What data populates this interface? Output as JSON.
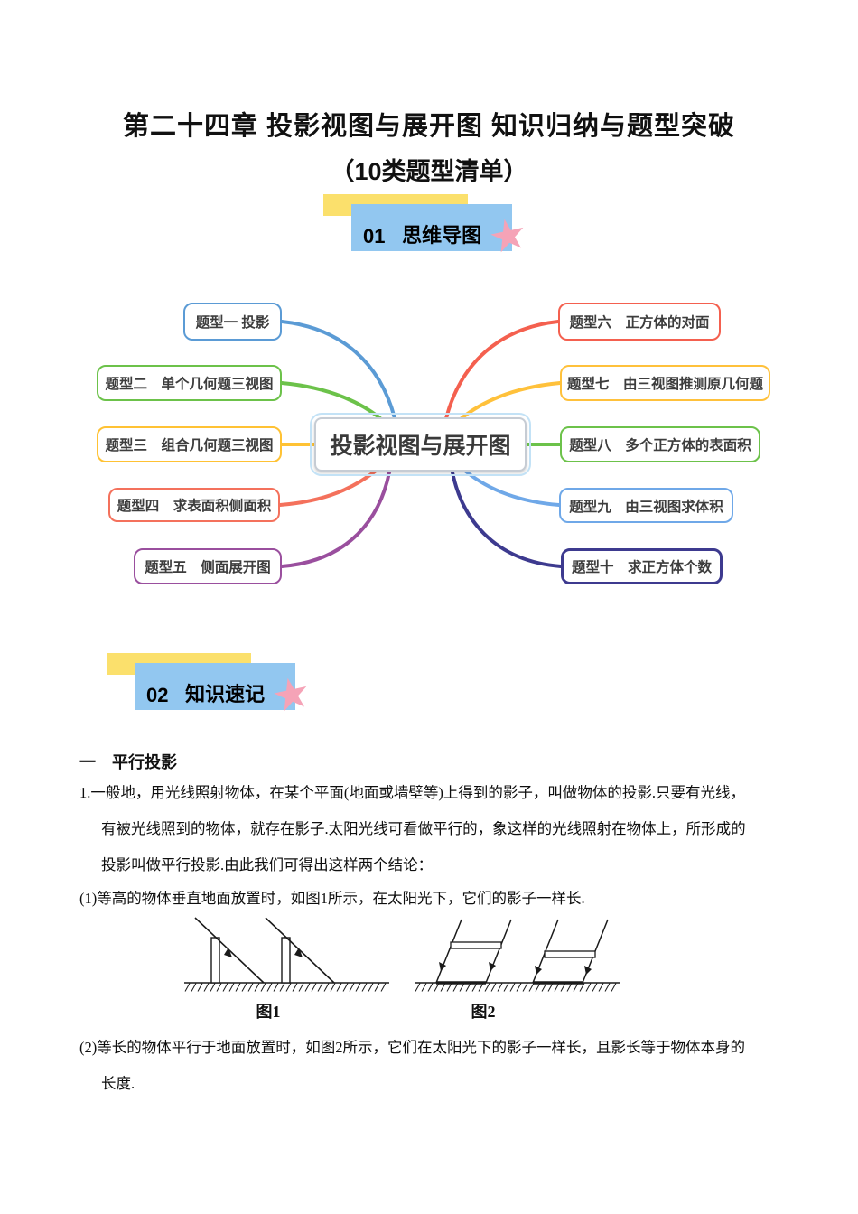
{
  "doc": {
    "title_line1": "第二十四章 投影视图与展开图 知识归纳与题型突破",
    "title_line2": "（10类题型清单）"
  },
  "sections": {
    "s1": {
      "number": "01",
      "label": "思维导图"
    },
    "s2": {
      "number": "02",
      "label": "知识速记"
    }
  },
  "colors": {
    "header_yellow": "#FBE06C",
    "header_blue": "#92C7F0",
    "star_pink": "#F5A3B7"
  },
  "mindmap": {
    "center_label": "投影视图与展开图",
    "left_nodes": [
      {
        "label": "题型一 投影",
        "color": "#5B9BD5"
      },
      {
        "label": "题型二　单个几何题三视图",
        "color": "#6CC24A"
      },
      {
        "label": "题型三　组合几何题三视图",
        "color": "#FFC234"
      },
      {
        "label": "题型四　求表面积侧面积",
        "color": "#F4715C"
      },
      {
        "label": "题型五　侧面展开图",
        "color": "#9A4F9E"
      }
    ],
    "right_nodes": [
      {
        "label": "题型六　正方体的对面",
        "color": "#F4604F"
      },
      {
        "label": "题型七　由三视图推测原几何题",
        "color": "#FFC13B"
      },
      {
        "label": "题型八　多个正方体的表面积",
        "color": "#6CC24A"
      },
      {
        "label": "题型九　由三视图求体积",
        "color": "#6FA8E8"
      },
      {
        "label": "题型十　求正方体个数",
        "color": "#3D3A8F"
      }
    ]
  },
  "knowledge": {
    "heading": "一　平行投影",
    "para1_l1": "1.一般地，用光线照射物体，在某个平面(地面或墙壁等)上得到的影子，叫做物体的投影.只要有光线，",
    "para1_l2": "有被光线照到的物体，就存在影子.太阳光线可看做平行的，象这样的光线照射在物体上，所形成的",
    "para1_l3": "投影叫做平行投影.由此我们可得出这样两个结论：",
    "item1": "(1)等高的物体垂直地面放置时，如图1所示，在太阳光下，它们的影子一样长.",
    "item2_l1": "(2)等长的物体平行于地面放置时，如图2所示，它们在太阳光下的影子一样长，且影长等于物体本身的",
    "item2_l2": "长度."
  },
  "figures": {
    "fig1_caption": "图1",
    "fig2_caption": "图2"
  }
}
